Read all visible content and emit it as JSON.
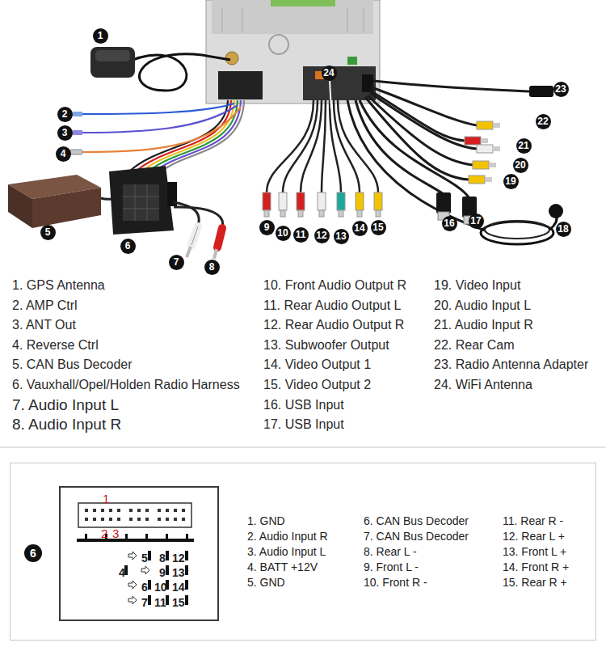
{
  "diagram": {
    "nodes": [
      {
        "text": [
          "6",
          "1. GND",
          "2. Audio Input R",
          "3. Audio Input L",
          "4. BATT +12V",
          "5. GND",
          "6. CAN Bus Decoder",
          "7. CAN Bus Decoder",
          "8. Rear L -",
          "9. Front L -",
          "10. Front R -",
          "11. Rear R -",
          "12. Rear L +",
          "13. Front L +",
          "14. Front R +",
          "15. Rear R +"
        ]
      },
      {
        "text": [
          "1",
          "2",
          "3",
          "5",
          "8",
          "12",
          "4",
          "9",
          "13",
          "6",
          "10",
          "14",
          "7",
          "11",
          "15"
        ],
        "in": 0
      }
    ],
    "labels": [
      "1",
      "2",
      "3",
      "4",
      "5",
      "6",
      "7",
      "8",
      "9",
      "10",
      "11",
      "12",
      "13",
      "14",
      "15",
      "16",
      "17",
      "18",
      "19",
      "20",
      "21",
      "22",
      "23",
      "24",
      "1. GPS Antenna",
      "2. AMP Ctrl",
      "3. ANT Out",
      "4. Reverse Ctrl",
      "5. CAN Bus Decoder",
      "6. Vauxhall/Opel/Holden Radio Harness",
      "7. Audio Input L",
      "8. Audio Input R",
      "10. Front Audio Output R",
      "11. Rear Audio Output L",
      "12. Rear Audio Output R",
      "13. Subwoofer Output",
      "14. Video Output 1",
      "15. Video Output 2",
      "16. USB Input",
      "17. USB Input",
      "19. Video Input",
      "20. Audio Input L",
      "21. Audio Input R",
      "22. Rear Cam",
      "23. Radio Antenna Adapter",
      "24. WiFi Antenna"
    ]
  }
}
